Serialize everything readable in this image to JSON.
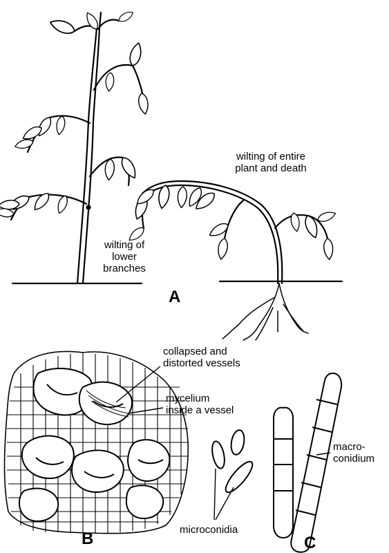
{
  "panels": {
    "A": {
      "letter": "A",
      "label_lower_wilt": "wilting of\nlower\nbranches",
      "label_entire_wilt": "wilting of entire\nplant and death"
    },
    "B": {
      "letter": "B",
      "label_vessels": "collapsed and\ndistorted vessels",
      "label_mycelium": "mycelium\ninside a vessel"
    },
    "C": {
      "letter": "C",
      "label_microconidia": "microconidia",
      "label_macroconidium": "macro-\nconidium"
    }
  },
  "colors": {
    "ink": "#000000",
    "paper": "#ffffff"
  }
}
